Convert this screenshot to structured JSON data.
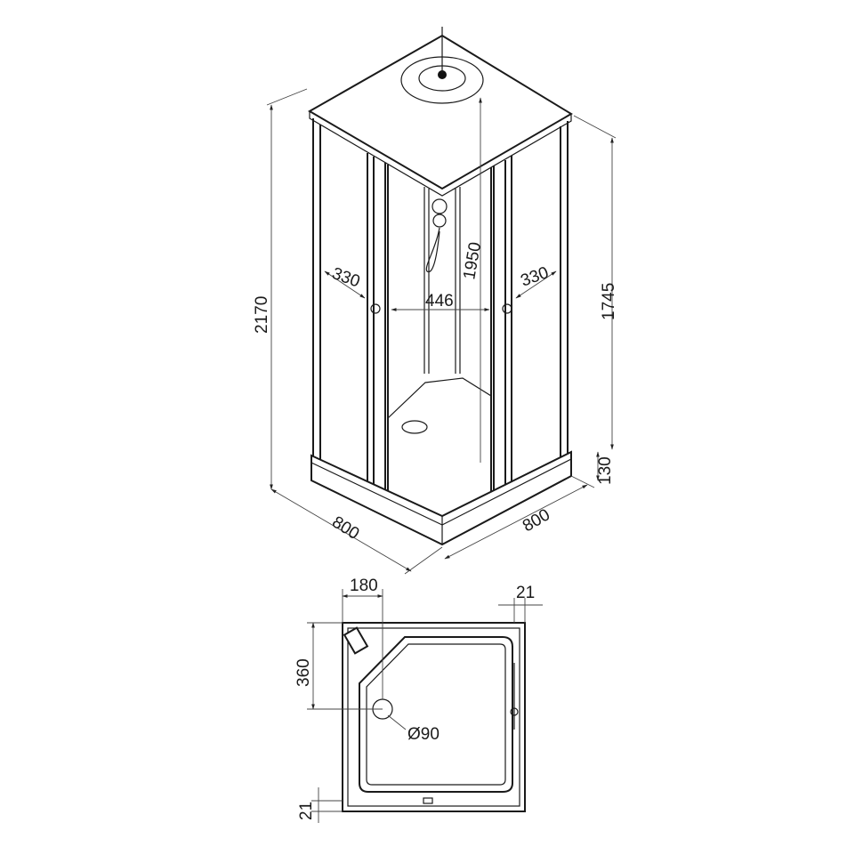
{
  "iso_view": {
    "total_height": "2170",
    "glass_height": "1745",
    "shower_head_height": "1950",
    "left_door_width": "330",
    "right_door_width": "330",
    "entrance_width": "446",
    "left_depth": "800",
    "right_width": "800",
    "tray_height": "130"
  },
  "plan_view": {
    "drain_offset_x": "180",
    "frame_thickness_top": "21",
    "drain_offset_y": "360",
    "drain_diameter": "Ø90",
    "frame_thickness_bottom": "21"
  }
}
